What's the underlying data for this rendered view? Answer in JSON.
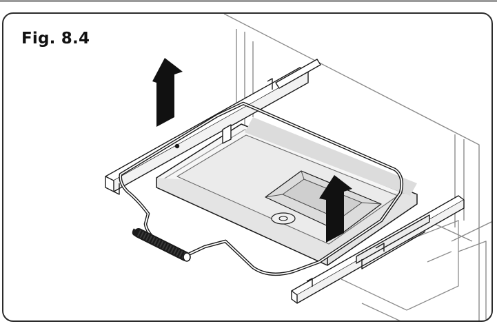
{
  "figure": {
    "label": "Fig. 8.4"
  },
  "colors": {
    "frame": "#2b2b2b",
    "top_rule": "#9a9a9a",
    "drawing_line": "#1a1a1a",
    "light_line": "#8c8c8c",
    "arrow_fill": "#111111",
    "tray_fill": "#f6f6f6",
    "shadow_fill": "#dcdcdc"
  },
  "parts": [
    "appliance-cabinet",
    "freezer-tray",
    "wire-handle-frame",
    "coil-spring",
    "left-slide-rail",
    "right-slide-rail",
    "lift-arrow-left",
    "lift-arrow-right"
  ]
}
